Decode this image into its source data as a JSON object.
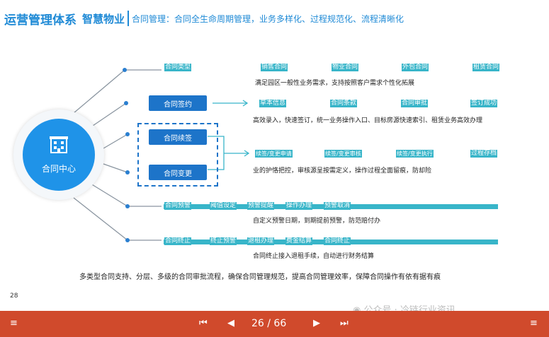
{
  "header": {
    "title": "运营管理体系",
    "subtitle": "智慧物业",
    "section": "合同管理：合同全生命周期管理，业务多样化、过程规范化、流程清晰化"
  },
  "center": {
    "label": "合同中心"
  },
  "buttons": {
    "sign": "合同签约",
    "renew": "合同续签",
    "change": "合同变更"
  },
  "row1": {
    "items": [
      "合同类型",
      "销售合同",
      "物业合同",
      "外包合同",
      "租赁合同"
    ],
    "desc": "满足园区一般性业务需求，支持按照客户需求个性化拓展"
  },
  "row2": {
    "items": [
      "草本信息",
      "合同条款",
      "合同审批",
      "签订成功"
    ],
    "desc": "高效录入，快速签订，统一业务操作入口、目标房源快速索引、租赁业务高效办理"
  },
  "row3": {
    "items": [
      "续签/变更申请",
      "续签/变更审核",
      "续签/变更执行",
      "过程存档"
    ],
    "desc": "业的护恪把控，审核源呈按需定义，操作过程全面留痕，防却险"
  },
  "row4": {
    "items": [
      "合同预警",
      "阈值设定",
      "预警提醒",
      "操作办理",
      "预警取消"
    ],
    "desc": "自定义预警日期，到期提前预警，防范赔付办"
  },
  "row5": {
    "items": [
      "合同终止",
      "终止预警",
      "退租办理",
      "费金结算",
      "合同终止"
    ],
    "desc": "合同终止接入退租手续，自动进行财务结算"
  },
  "footer": "多类型合同支持、分层、多级的合同审批流程，确保合同管理规范，提高合同管理效率，保障合同操作有依有据有痕",
  "page_number": "28",
  "toolbar": {
    "page": "26 / 66"
  },
  "watermark": "公众号 · 冷链行业资讯"
}
